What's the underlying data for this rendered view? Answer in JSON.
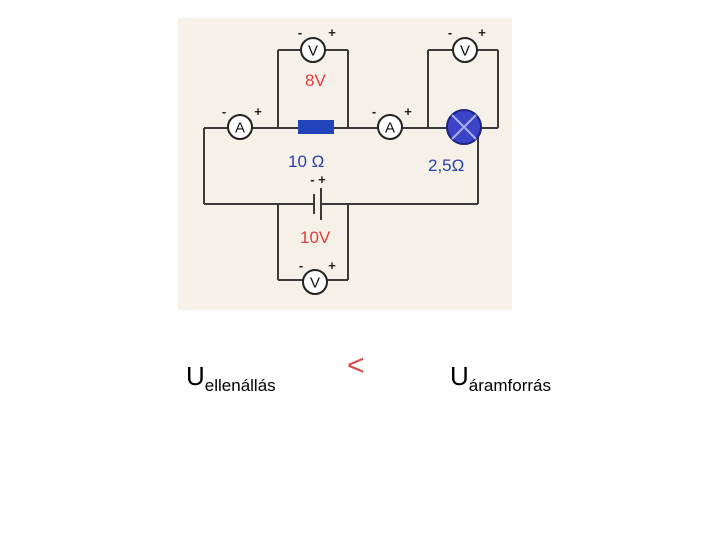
{
  "circuit": {
    "voltmeter_symbol": "V",
    "ammeter_symbol": "A",
    "minus_sign": "-",
    "plus_sign": "+",
    "resistor_voltage_label": "8V",
    "resistor_value_label": "10 Ω",
    "lamp_resistance_label": "2,5Ω",
    "source_voltage_label": "10V",
    "battery_polarity_label": "- +",
    "colors": {
      "resistor": "#2244bb",
      "lamp": "#3b44c8",
      "highlight_text": "#e23b3b",
      "info_text": "#2a3ea8",
      "panel_background": "#f5f1e8"
    }
  },
  "comparison": {
    "left_main": "U",
    "left_subscript": "ellenállás",
    "operator": "<",
    "right_main": "U",
    "right_subscript": "áramforrás"
  }
}
